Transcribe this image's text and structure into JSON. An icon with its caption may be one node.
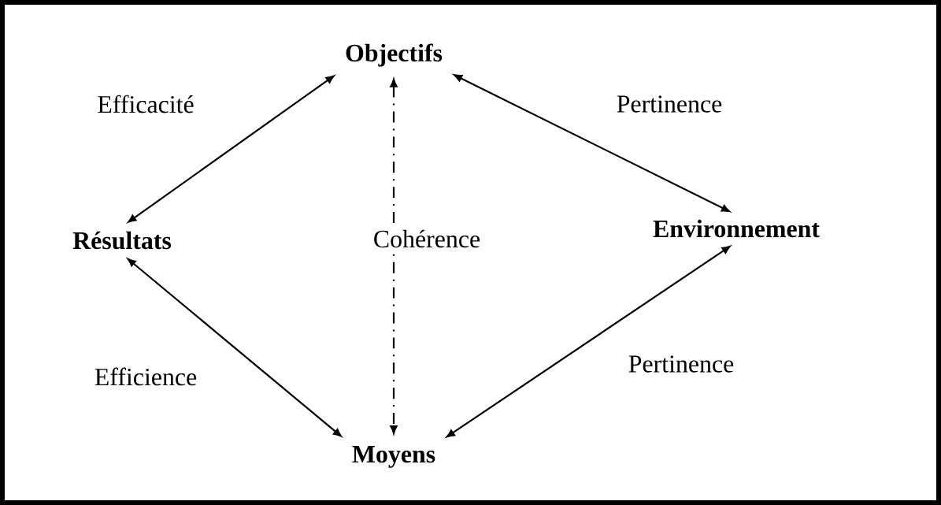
{
  "diagram": {
    "nodes": [
      {
        "text": [
          "Objectifs"
        ]
      },
      {
        "text": [
          "Résultats"
        ]
      },
      {
        "text": [
          "Environnement"
        ]
      },
      {
        "text": [
          "Moyens"
        ]
      }
    ],
    "edges": [
      {
        "from": 0,
        "to": 1,
        "arrow": "both",
        "label": "Efficacité"
      },
      {
        "from": 0,
        "to": 2,
        "arrow": "both",
        "label": "Pertinence"
      },
      {
        "from": 1,
        "to": 3,
        "arrow": "both",
        "label": "Efficience"
      },
      {
        "from": 2,
        "to": 3,
        "arrow": "both",
        "label": "Pertinence"
      },
      {
        "from": 0,
        "to": 3,
        "arrow": "both",
        "label": "Cohérence",
        "style": "dashed"
      }
    ]
  }
}
